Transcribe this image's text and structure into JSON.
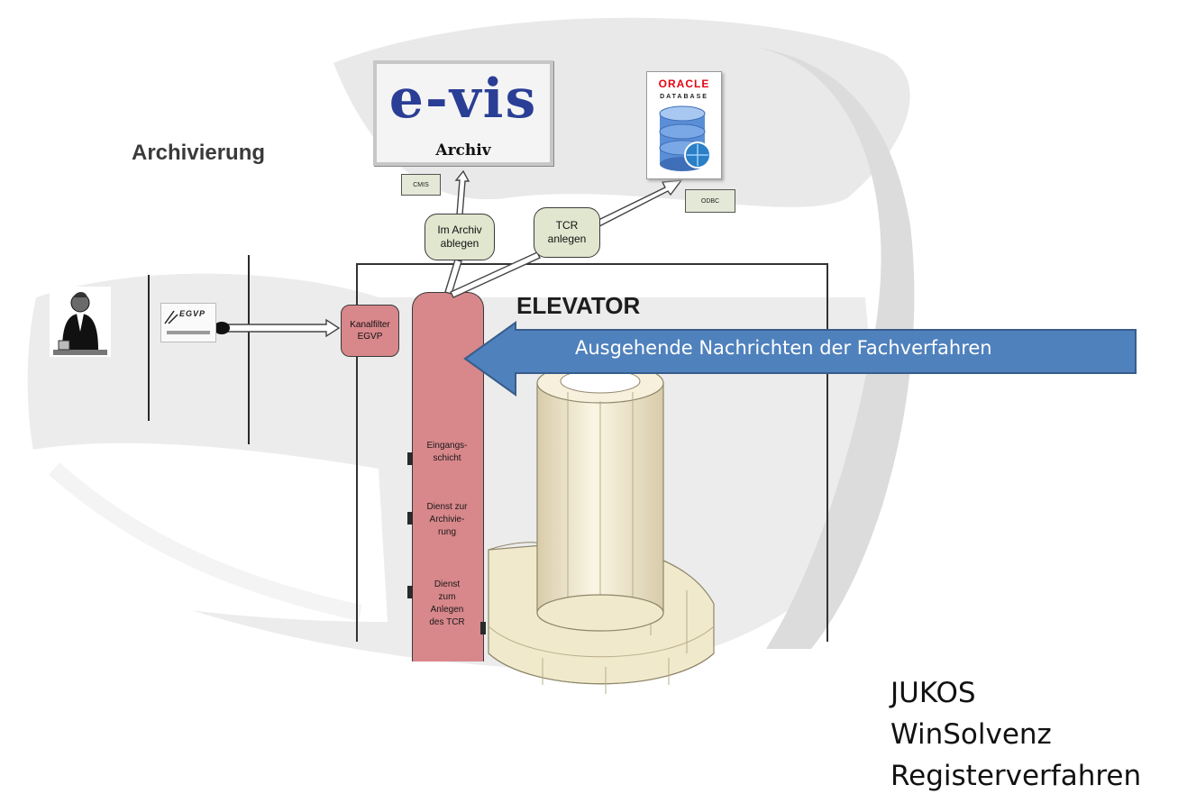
{
  "archivierung_label": "Archivierung",
  "evis": {
    "logo_text": "e-vis",
    "sub_label": "Archiv",
    "tag": "CMIS"
  },
  "oracle": {
    "brand": "ORACLE",
    "sub": "DATABASE",
    "tag": "ODBC"
  },
  "egvp_tag": "EGVP",
  "kanalfilter": {
    "line1": "Kanalfilter",
    "line2": "EGVP"
  },
  "im_archiv": {
    "line1": "Im Archiv",
    "line2": "ablegen"
  },
  "tcr_anlegen": {
    "line1": "TCR",
    "line2": "anlegen"
  },
  "elevator_label": "ELEVATOR",
  "big_arrow_text": "Ausgehende Nachrichten der Fachverfahren",
  "services": [
    {
      "line1": "Eingangs-",
      "line2": "schicht"
    },
    {
      "line1": "Dienst zur",
      "line2": "Archivie-",
      "line3": "rung"
    },
    {
      "line1": "Dienst",
      "line2": "zum",
      "line3": "Anlegen",
      "line4": "des TCR"
    }
  ],
  "bottom_list": [
    "JUKOS",
    "WinSolvenz",
    "Registerverfahren"
  ],
  "colors": {
    "pink": "#d8878b",
    "bubble": "#e1e6cf",
    "arrow": "#4f81bd",
    "column": "#f1e9cc"
  }
}
